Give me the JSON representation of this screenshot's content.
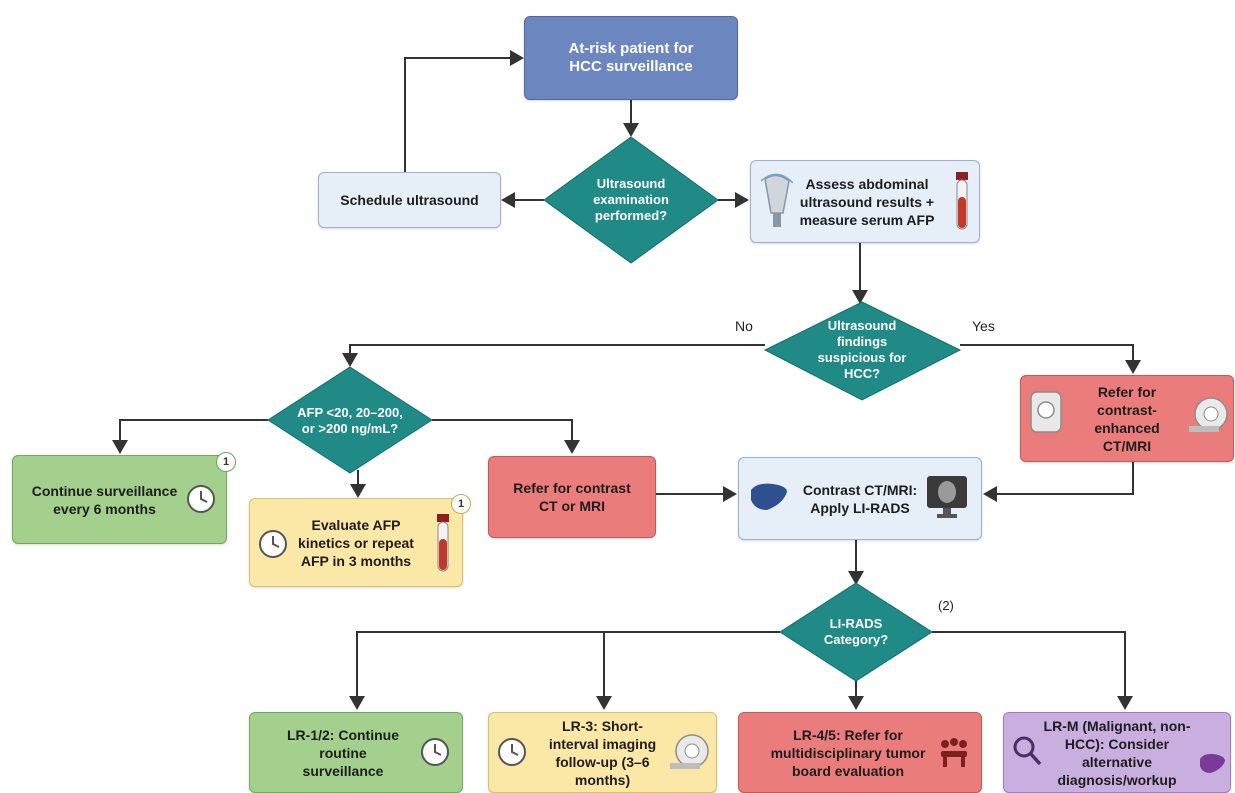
{
  "nodes": {
    "start": "At-risk patient for HCC surveillance",
    "us_performed": "Ultrasound examination performed?",
    "schedule_us": "Schedule ultrasound",
    "assess_us": "Assess abdominal ultrasound results + measure serum AFP",
    "us_suspicious": "Ultrasound findings suspicious for HCC?",
    "refer_ce": "Refer for contrast-enhanced CT/MRI",
    "afp_levels": "AFP <20, 20–200, or >200 ng/mL?",
    "continue_6mo": "Continue surveillance every 6 months",
    "evaluate_afp": "Evaluate AFP kinetics or repeat AFP in 3 months",
    "refer_ct": "Refer for contrast CT or MRI",
    "ct_lirads": "Contrast CT/MRI: Apply LI-RADS",
    "lirads_cat": "LI-RADS Category?",
    "lr12": "LR-1/2: Continue routine surveillance",
    "lr3": "LR-3: Short-interval imaging follow-up (3–6 months)",
    "lr45": "LR-4/5: Refer for multidisciplinary tumor board evaluation",
    "lrm": "LR-M (Malignant, non-HCC): Consider alternative diagnosis/workup"
  },
  "edge_labels": {
    "no": "No",
    "yes": "Yes"
  },
  "notes": {
    "one": "1",
    "two": "(2)"
  },
  "icons": [
    "ultrasound-probe-icon",
    "blood-tube-icon",
    "clock-icon",
    "ct-scanner-icon",
    "liver-icon",
    "monitor-icon",
    "team-meeting-icon",
    "magnifier-icon"
  ],
  "colors": {
    "navy": "#6c86bf",
    "teal": "#1f8a86",
    "green": "#a3d08c",
    "yellow": "#fce8a6",
    "red": "#ea7d7b",
    "purple": "#c9aee0",
    "light_blue": "#e6eef8"
  }
}
